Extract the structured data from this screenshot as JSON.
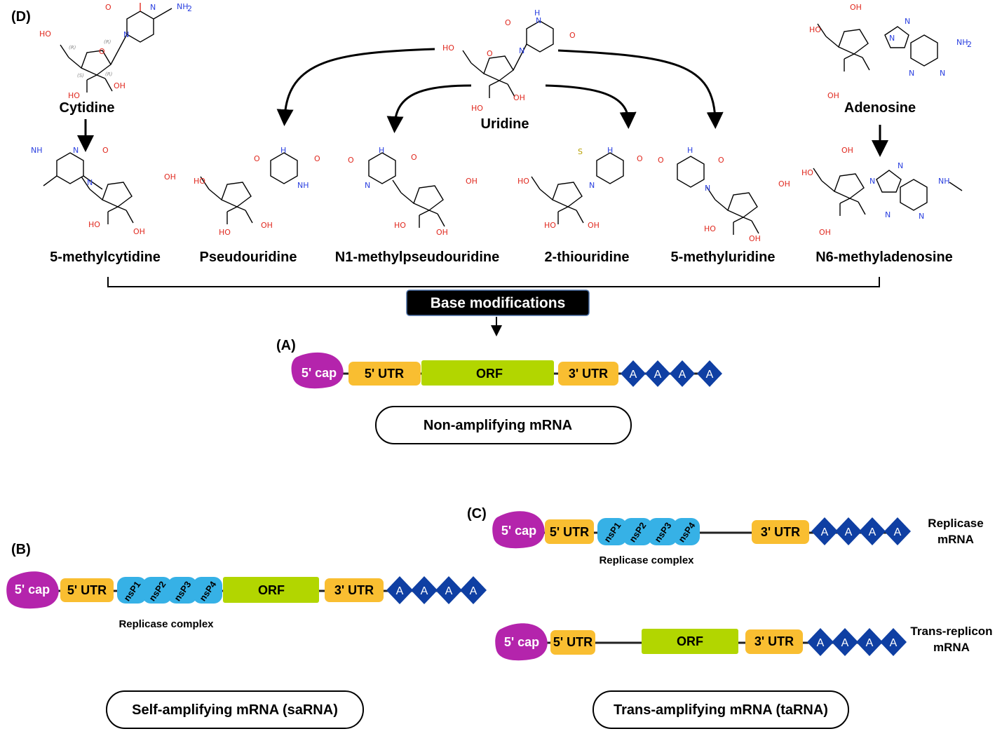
{
  "panels": {
    "A": "(A)",
    "B": "(B)",
    "C": "(C)",
    "D": "(D)"
  },
  "nucleosides": {
    "cytidine": "Cytidine",
    "uridine": "Uridine",
    "adenosine": "Adenosine",
    "m5c": "5-methylcytidine",
    "psi": "Pseudouridine",
    "m1psi": "N1-methylpseudouridine",
    "s2u": "2-thiouridine",
    "m5u": "5-methyluridine",
    "m6a": "N6-methyladenosine"
  },
  "base_mod_label": "Base modifications",
  "mrna": {
    "cap": "5' cap",
    "utr5": "5' UTR",
    "orf": "ORF",
    "utr3": "3' UTR",
    "polya": "A",
    "nsp": [
      "nsP1",
      "nsP2",
      "nsP3",
      "nsP4"
    ]
  },
  "replicase_complex": "Replicase complex",
  "types": {
    "non_amp": "Non-amplifying mRNA",
    "sa": "Self-amplifying mRNA (saRNA)",
    "ta": "Trans-amplifying mRNA (taRNA)"
  },
  "c_labels": {
    "replicase_1": "Replicase",
    "replicase_2": "mRNA",
    "trans_1": "Trans-replicon",
    "trans_2": "mRNA"
  },
  "atoms": {
    "O": "O",
    "N": "N",
    "NH": "NH",
    "NH2": "NH",
    "two": "2",
    "OH": "OH",
    "HO": "HO",
    "H": "H",
    "S": "S",
    "R": "(R)",
    "Sst": "(S)"
  },
  "colors": {
    "cap": "#b424ac",
    "utr": "#f9be31",
    "orf": "#b2d600",
    "nsp": "#36b1e6",
    "polya": "#0f3fa3"
  }
}
